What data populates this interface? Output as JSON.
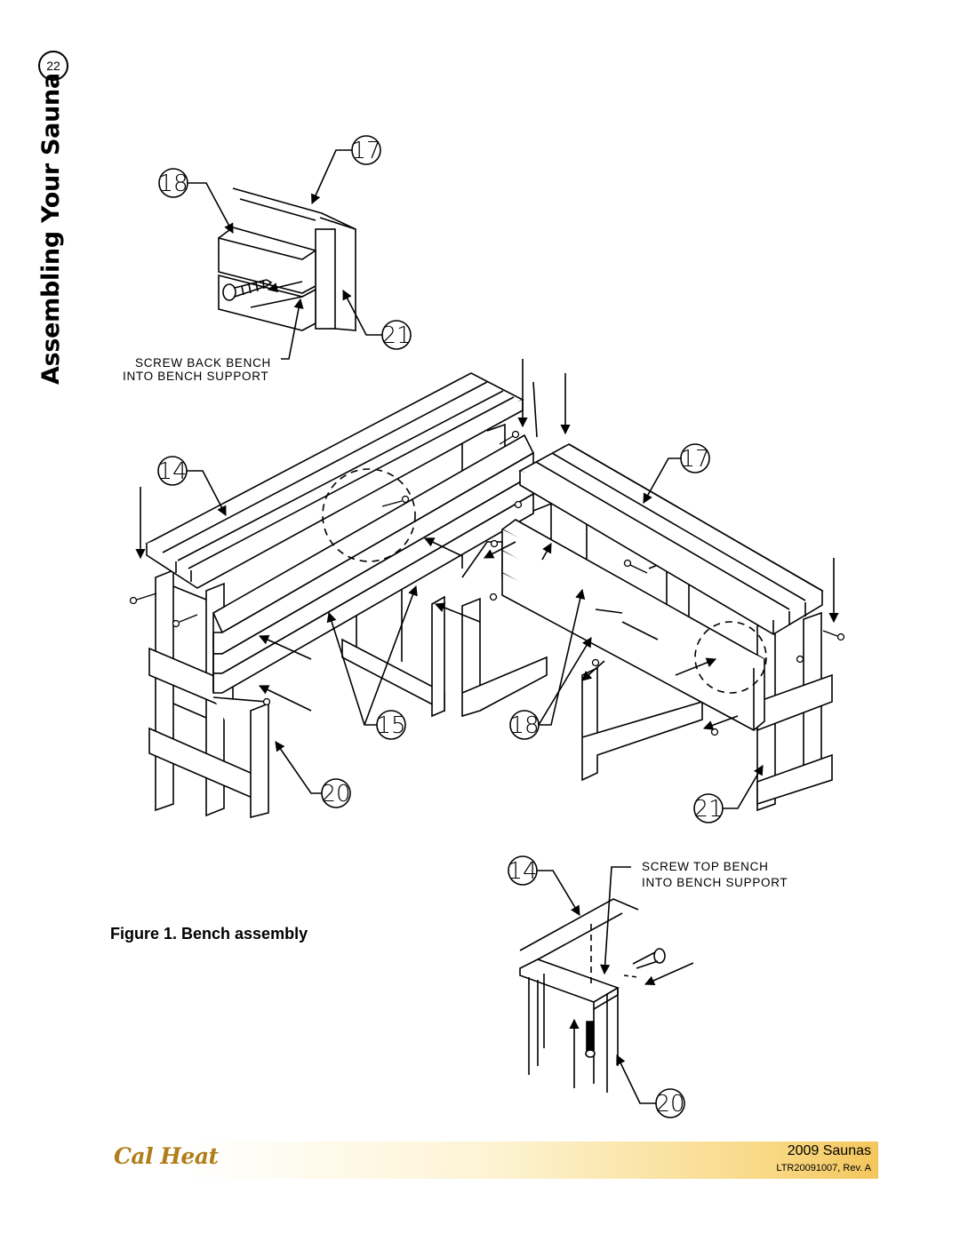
{
  "page": {
    "number": "22",
    "side_title": "Assembling Your Sauna"
  },
  "figure": {
    "caption": "Figure 1. Bench assembly",
    "detail_top": {
      "label_line1": "SCREW BACK BENCH",
      "label_line2": "INTO BENCH SUPPORT",
      "callouts": [
        "18",
        "17",
        "21"
      ]
    },
    "main": {
      "callouts": [
        "14",
        "17",
        "15",
        "18",
        "20",
        "21"
      ]
    },
    "detail_bottom": {
      "label_line1": "SCREW TOP BENCH",
      "label_line2": "INTO BENCH SUPPORT",
      "callouts": [
        "14",
        "20"
      ]
    }
  },
  "footer": {
    "logo": "Cal Heat",
    "title": "2009 Saunas",
    "doc_id": "LTR20091007, Rev. A"
  }
}
